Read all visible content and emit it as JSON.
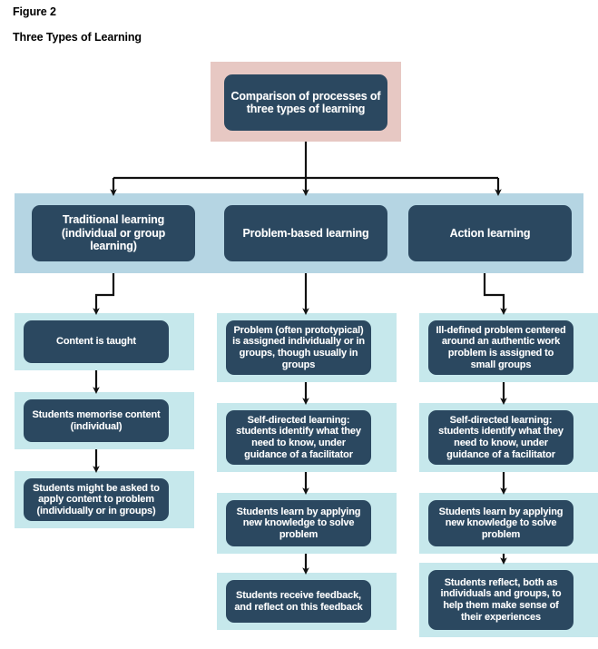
{
  "figure": {
    "label": "Figure 2",
    "title": "Three Types of Learning"
  },
  "colors": {
    "node_fill": "#2b4860",
    "node_text": "#ffffff",
    "root_band": "#e7c8c3",
    "row2_band": "#b5d5e3",
    "column_band": "#c6e8ec",
    "connector": "#111111",
    "page_background": "#ffffff"
  },
  "diagram": {
    "type": "flowchart",
    "root": {
      "label": "Comparison of processes of three types of learning"
    },
    "columns": [
      {
        "heading": "Traditional learning (individual or group learning)",
        "steps": [
          "Content is taught",
          "Students memorise content (individual)",
          "Students might be asked to apply content to problem (individually or in groups)"
        ]
      },
      {
        "heading": "Problem-based learning",
        "steps": [
          "Problem (often prototypical) is assigned individually or in groups, though usually in groups",
          "Self-directed learning: students identify what they need to know, under guidance of a facilitator",
          "Students learn by applying new knowledge to solve problem",
          "Students receive feedback, and reflect on this feedback"
        ]
      },
      {
        "heading": "Action learning",
        "steps": [
          "Ill-defined problem centered around an authentic work problem is assigned to small groups",
          "Self-directed learning: students identify what they need to know, under guidance of a facilitator",
          "Students learn by applying new knowledge to solve problem",
          "Students reflect, both as individuals and groups, to help them make sense of their experiences"
        ]
      }
    ]
  }
}
